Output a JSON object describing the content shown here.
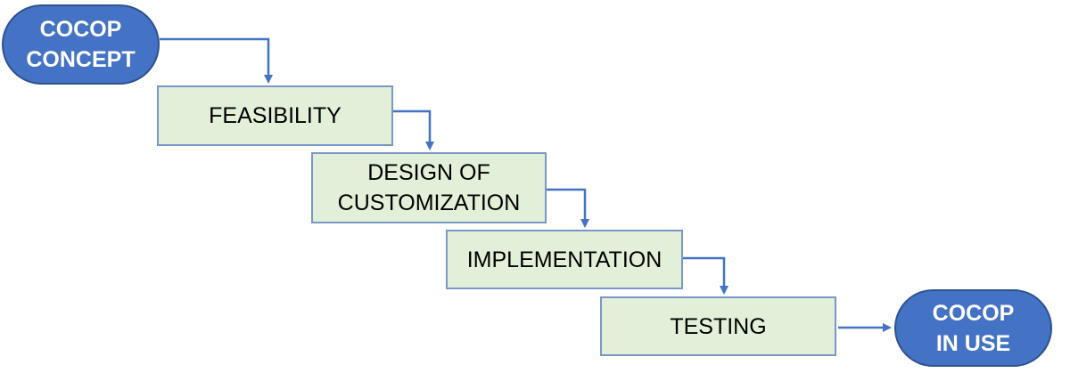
{
  "diagram": {
    "start": {
      "lines": [
        "COCOP",
        "CONCEPT"
      ]
    },
    "steps": [
      {
        "lines": [
          "FEASIBILITY"
        ]
      },
      {
        "lines": [
          "DESIGN OF",
          "CUSTOMIZATION"
        ]
      },
      {
        "lines": [
          "IMPLEMENTATION"
        ]
      },
      {
        "lines": [
          "TESTING"
        ]
      }
    ],
    "end": {
      "lines": [
        "COCOP",
        "IN USE"
      ]
    }
  },
  "colors": {
    "oval_fill": "#4472c4",
    "step_fill": "#e2f0d9",
    "connector": "#4472c4"
  }
}
